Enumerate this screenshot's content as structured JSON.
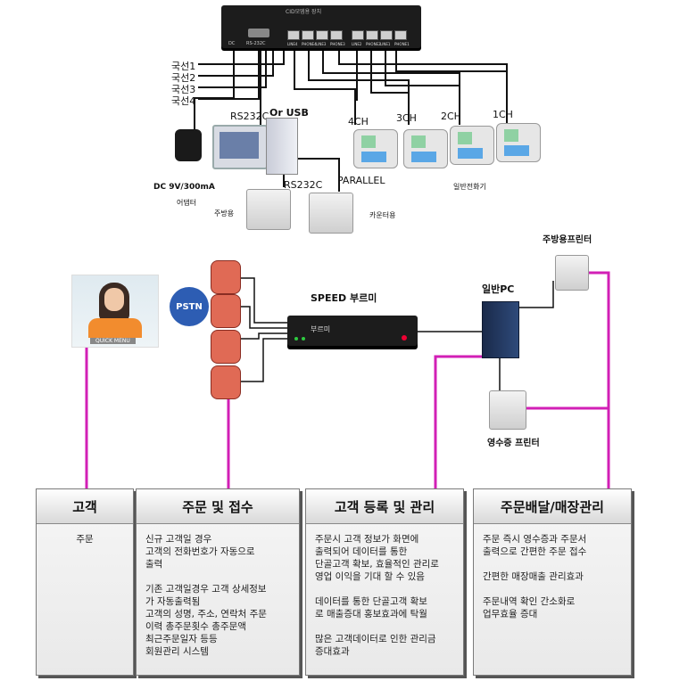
{
  "hub_top": {
    "title": "CID모뎀용 장치",
    "jack_dc": "DC",
    "jack_rs": "RS-232C",
    "ports": [
      "LINE4",
      "PHONE4",
      "LINE3",
      "PHONE3",
      "LINE2",
      "PHONE2",
      "LINE1",
      "PHONE1"
    ]
  },
  "lines": [
    "국선1",
    "국선2",
    "국선3",
    "국선4"
  ],
  "labels": {
    "rs232c_top": "RS232C",
    "or_usb": "Or USB",
    "rs232c_mid": "RS232C",
    "parallel": "PARALLEL",
    "dc_adapter": "DC 9V/300mA",
    "adapter": "어댑터",
    "kitchen_printer": "주방용",
    "counter_printer": "카운터용",
    "normal_phone": "일반전화기",
    "ch4": "4CH",
    "ch3": "3CH",
    "ch2": "2CH",
    "ch1": "1CH"
  },
  "network": {
    "pstn": "PSTN",
    "menu_tag": "QUICK MENU",
    "speed": "SPEED 부르미",
    "device_brand": "부르미",
    "pc": "일반PC",
    "kitchen_printer": "주방용프린터",
    "receipt_printer": "영수증 프린터"
  },
  "panels": [
    {
      "title": "고객",
      "paras": [
        "주문"
      ]
    },
    {
      "title": "주문 및 접수",
      "paras": [
        "신규 고객일 경우\n고객의 전화번호가 자동으로\n출력",
        "기존 고객일경우 고객 상세정보\n가 자동출력됨\n고객의 성명, 주소, 연락처 주문\n이력 총주문횟수 총주문액\n최근주문일자 등등\n회원관리 시스템"
      ]
    },
    {
      "title": "고객 등록 및 관리",
      "paras": [
        "주문시 고객 정보가 화면에\n출력되어 데이터를 통한\n단골고객 확보, 효율적인 관리로\n영업 이익을 기대 할 수 있음",
        "데이터를 통한 단골고객 확보\n로 매출증대 홍보효과에 탁월",
        "많은 고객데이터로 인한 관리금\n증대효과"
      ]
    },
    {
      "title": "주문배달/매장관리",
      "paras": [
        "주문 즉시 영수증과 주문서\n출력으로 간편한 주문 접수",
        "간편한 매장매출 관리효과",
        "주문내역 확인 간소화로\n업무효율 증대"
      ]
    }
  ],
  "colors": {
    "connector": "#d21fb6",
    "wire": "#111111"
  }
}
